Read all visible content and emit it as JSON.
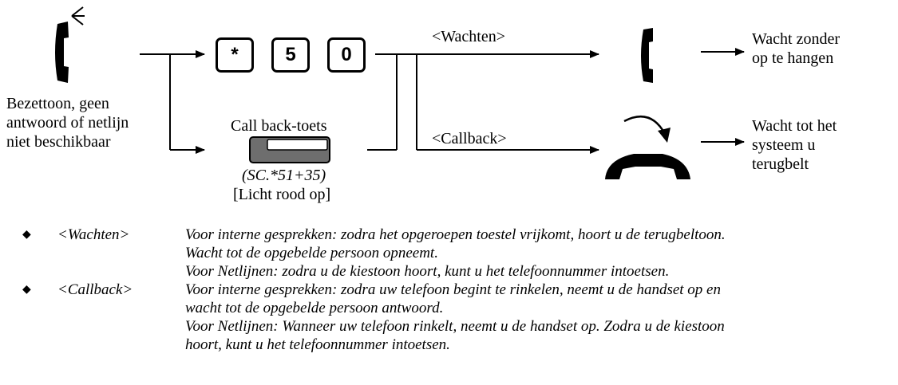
{
  "start": {
    "caption_lines": [
      "Bezettoon, geen",
      "antwoord of netlijn",
      "niet beschikbaar"
    ]
  },
  "keys": [
    "*",
    "5",
    "0"
  ],
  "callback_key": {
    "label": "Call back-toets",
    "code": "(SC.*51+35)",
    "indicator": "[Licht rood op]"
  },
  "branches": {
    "wait": {
      "label": "<Wachten>",
      "result_lines": [
        "Wacht zonder",
        "op te hangen"
      ]
    },
    "callback": {
      "label": "<Callback>",
      "result_lines": [
        "Wacht tot het",
        "systeem u",
        "terugbelt"
      ]
    }
  },
  "notes": [
    {
      "bullet": "◆",
      "tag": "<Wachten>",
      "lines": [
        "Voor interne gesprekken: zodra het opgeroepen toestel vrijkomt, hoort u de terugbeltoon.",
        "Wacht tot de opgebelde persoon opneemt.",
        "Voor Netlijnen: zodra u de kiestoon hoort, kunt u het telefoonnummer intoetsen."
      ]
    },
    {
      "bullet": "◆",
      "tag": "<Callback>",
      "lines": [
        "Voor interne gesprekken: zodra uw telefoon begint te rinkelen, neemt u de handset op en",
        "wacht tot de opgebelde persoon antwoord.",
        "Voor Netlijnen: Wanneer uw telefoon rinkelt, neemt u de handset op. Zodra u de kiestoon",
        "hoort, kunt u het telefoonnummer intoetsen."
      ]
    }
  ],
  "colors": {
    "line": "#000000",
    "button_fill": "#6e6e6e"
  }
}
